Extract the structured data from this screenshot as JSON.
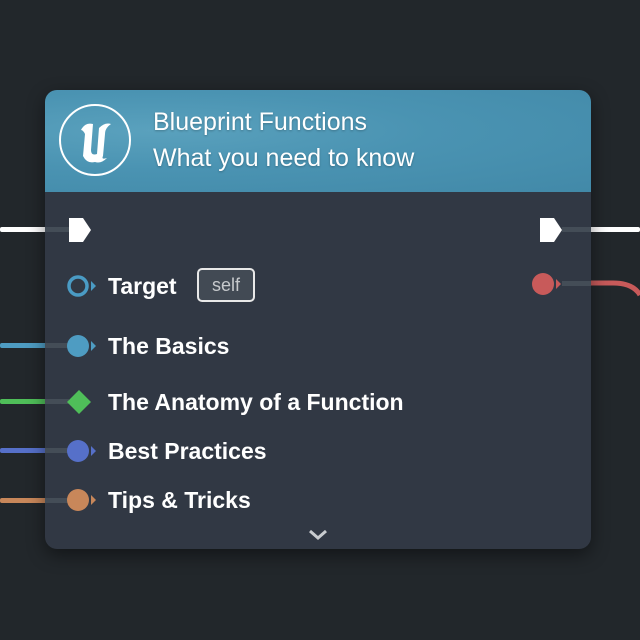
{
  "node": {
    "title": "Blueprint Functions",
    "subtitle": "What you need to know",
    "logo": "unreal-engine-logo",
    "header_color": "#4a93b2",
    "body_color": "#313844"
  },
  "exec": {
    "input_icon": "exec-pin-icon",
    "output_icon": "exec-pin-icon",
    "wire_color": "#ffffff"
  },
  "pins": [
    {
      "label": "Target",
      "type": "object-hollow",
      "color": "#4a9bc4",
      "default_value": "self"
    },
    {
      "label": "The Basics",
      "type": "circle",
      "color": "#4e9cc2"
    },
    {
      "label": "The Anatomy of a Function",
      "type": "diamond",
      "color": "#4fbe59"
    },
    {
      "label": "Best Practices",
      "type": "circle",
      "color": "#5670c9"
    },
    {
      "label": "Tips & Tricks",
      "type": "circle",
      "color": "#c8875a"
    }
  ],
  "output_pin": {
    "type": "circle",
    "color": "#c85a5a"
  },
  "footer": {
    "expand_icon": "chevron-down-icon"
  }
}
